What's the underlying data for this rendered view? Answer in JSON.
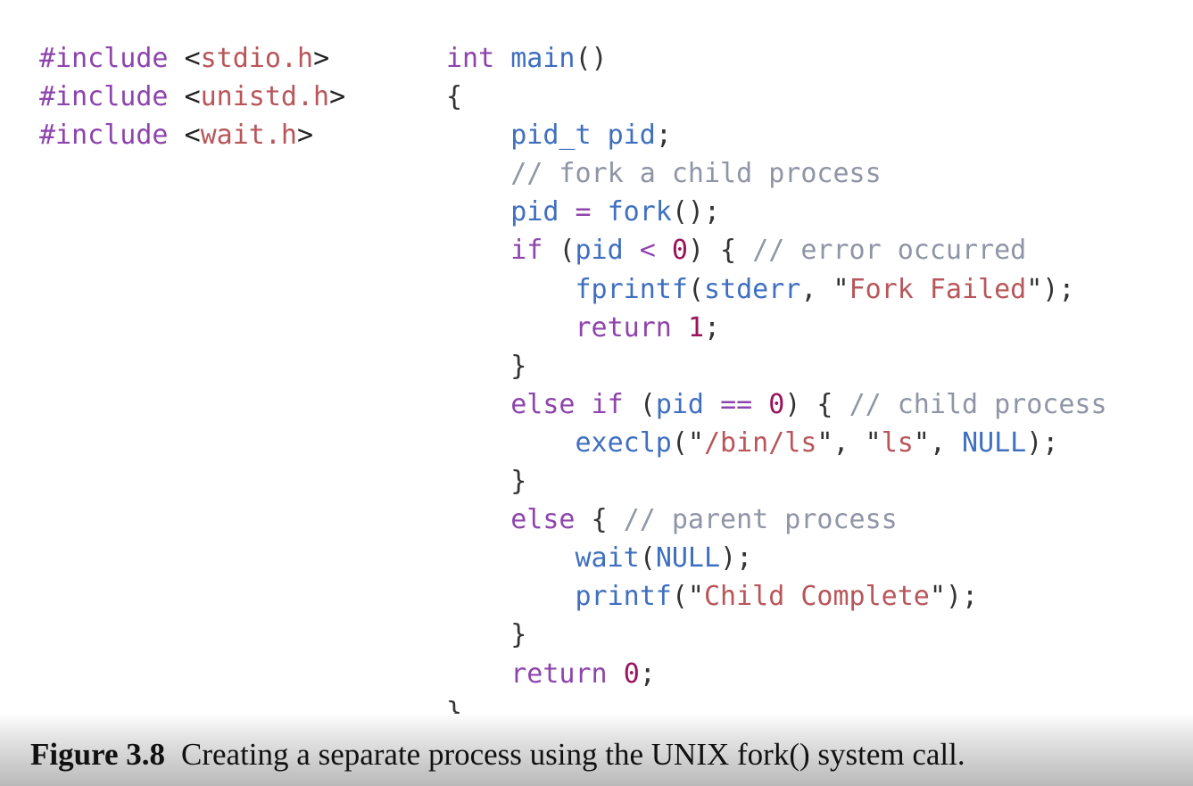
{
  "code": {
    "left_lines": [
      [
        [
          "dir",
          "#include "
        ],
        [
          "ang",
          "<"
        ],
        [
          "hdr",
          "stdio.h"
        ],
        [
          "ang",
          ">"
        ]
      ],
      [
        [
          "dir",
          "#include "
        ],
        [
          "ang",
          "<"
        ],
        [
          "hdr",
          "unistd.h"
        ],
        [
          "ang",
          ">"
        ]
      ],
      [
        [
          "dir",
          "#include "
        ],
        [
          "ang",
          "<"
        ],
        [
          "hdr",
          "wait.h"
        ],
        [
          "ang",
          ">"
        ]
      ]
    ],
    "right_lines": [
      [
        [
          "kw",
          "int "
        ],
        [
          "fn",
          "main"
        ],
        [
          "pun",
          "()"
        ]
      ],
      [
        [
          "pun",
          "{"
        ]
      ],
      [
        [
          "pun",
          "    "
        ],
        [
          "ty",
          "pid_t "
        ],
        [
          "id",
          "pid"
        ],
        [
          "pun",
          ";"
        ]
      ],
      [
        [
          "pun",
          "    "
        ],
        [
          "cmt",
          "// fork a child process"
        ]
      ],
      [
        [
          "pun",
          "    "
        ],
        [
          "id",
          "pid "
        ],
        [
          "op",
          "= "
        ],
        [
          "fn",
          "fork"
        ],
        [
          "pun",
          "();"
        ]
      ],
      [
        [
          "pun",
          "    "
        ],
        [
          "kw",
          "if "
        ],
        [
          "pun",
          "("
        ],
        [
          "id",
          "pid "
        ],
        [
          "op",
          "< "
        ],
        [
          "num",
          "0"
        ],
        [
          "pun",
          ") { "
        ],
        [
          "cmt",
          "// error occurred"
        ]
      ],
      [
        [
          "pun",
          "        "
        ],
        [
          "fn",
          "fprintf"
        ],
        [
          "pun",
          "("
        ],
        [
          "id",
          "stderr"
        ],
        [
          "pun",
          ", \""
        ],
        [
          "str",
          "Fork Failed"
        ],
        [
          "pun",
          "\");"
        ]
      ],
      [
        [
          "pun",
          "        "
        ],
        [
          "kw",
          "return "
        ],
        [
          "num",
          "1"
        ],
        [
          "pun",
          ";"
        ]
      ],
      [
        [
          "pun",
          "    }"
        ]
      ],
      [
        [
          "pun",
          "    "
        ],
        [
          "kw",
          "else if "
        ],
        [
          "pun",
          "("
        ],
        [
          "id",
          "pid "
        ],
        [
          "op",
          "== "
        ],
        [
          "num",
          "0"
        ],
        [
          "pun",
          ") { "
        ],
        [
          "cmt",
          "// child process"
        ]
      ],
      [
        [
          "pun",
          "        "
        ],
        [
          "fn",
          "execlp"
        ],
        [
          "pun",
          "(\""
        ],
        [
          "str",
          "/bin/ls"
        ],
        [
          "pun",
          "\", \""
        ],
        [
          "str",
          "ls"
        ],
        [
          "pun",
          "\", "
        ],
        [
          "id",
          "NULL"
        ],
        [
          "pun",
          ");"
        ]
      ],
      [
        [
          "pun",
          "    }"
        ]
      ],
      [
        [
          "pun",
          "    "
        ],
        [
          "kw",
          "else "
        ],
        [
          "pun",
          "{ "
        ],
        [
          "cmt",
          "// parent process"
        ]
      ],
      [
        [
          "pun",
          "        "
        ],
        [
          "fn",
          "wait"
        ],
        [
          "pun",
          "("
        ],
        [
          "id",
          "NULL"
        ],
        [
          "pun",
          ");"
        ]
      ],
      [
        [
          "pun",
          "        "
        ],
        [
          "fn",
          "printf"
        ],
        [
          "pun",
          "(\""
        ],
        [
          "str",
          "Child Complete"
        ],
        [
          "pun",
          "\");"
        ]
      ],
      [
        [
          "pun",
          "    }"
        ]
      ],
      [
        [
          "pun",
          "    "
        ],
        [
          "kw",
          "return "
        ],
        [
          "num",
          "0"
        ],
        [
          "pun",
          ";"
        ]
      ],
      [
        [
          "pun",
          "}"
        ]
      ]
    ]
  },
  "caption": {
    "label": "Figure 3.8",
    "text": "Creating a separate process using the UNIX fork() system call."
  },
  "colors": {
    "keyword": "#8e44ad",
    "function": "#3f6fbf",
    "string": "#b8565a",
    "number": "#98145b",
    "comment": "#8f95a6"
  }
}
